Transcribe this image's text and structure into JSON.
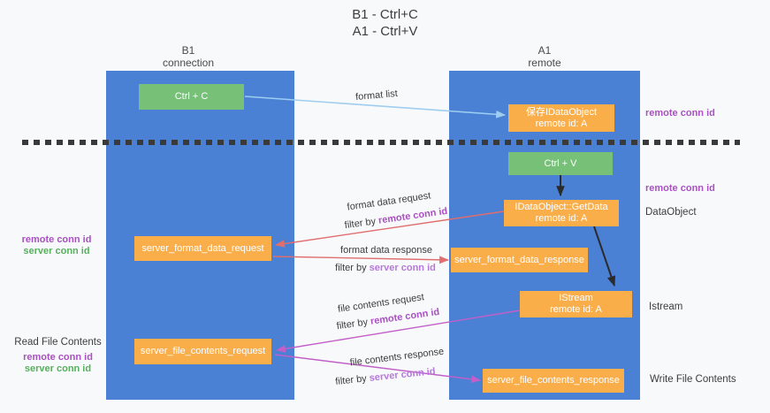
{
  "title": {
    "line1": "B1 - Ctrl+C",
    "line2": "A1 - Ctrl+V"
  },
  "columns": {
    "left": {
      "header_line1": "B1",
      "header_line2": "connection"
    },
    "right": {
      "header_line1": "A1",
      "header_line2": "remote"
    }
  },
  "boxes": {
    "ctrl_c": {
      "label": "Ctrl + C"
    },
    "save_idataobject": {
      "line1": "保存IDataObject",
      "line2": "remote id: A"
    },
    "ctrl_v": {
      "label": "Ctrl + V"
    },
    "getdata": {
      "line1": "IDataObject::GetData",
      "line2": "remote id: A"
    },
    "format_request": {
      "label": "server_format_data_request"
    },
    "format_response": {
      "label": "server_format_data_response"
    },
    "istream": {
      "line1": "IStream",
      "line2": "remote id: A"
    },
    "file_request": {
      "label": "server_file_contents_request"
    },
    "file_response": {
      "label": "server_file_contents_response"
    }
  },
  "side_labels": {
    "remote_conn_id_top_right": "remote conn id",
    "remote_conn_id_mid_right": "remote conn id",
    "dataobject": "DataObject",
    "istream": "Istream",
    "write_file_contents": "Write File Contents",
    "read_file_contents": "Read File Contents",
    "left1_remote": "remote conn id",
    "left1_server": "server conn id",
    "left2_remote": "remote conn id",
    "left2_server": "server conn id"
  },
  "annotations": {
    "format_list": "format list",
    "format_data_request": "format data request",
    "filter_by_1_prefix": "filter by ",
    "filter_by_1_value": "remote conn id",
    "format_data_response": "format data response",
    "filter_by_2_prefix": "filter by ",
    "filter_by_2_value": "server conn id",
    "file_contents_request": "file contents request",
    "filter_by_3_prefix": "filter by ",
    "filter_by_3_value": "remote conn id",
    "file_contents_response": "file contents response",
    "filter_by_4_prefix": "filter by ",
    "filter_by_4_value": "server conn id"
  },
  "colors": {
    "column_blue": "#4a81d4",
    "box_green": "#76c077",
    "box_orange": "#f9ae4a",
    "arrow_light_blue": "#9ecdf0",
    "arrow_red": "#e06e6e",
    "arrow_magenta": "#c25fc8",
    "arrow_black": "#2b2b2b",
    "text_purple": "#aa50c3",
    "text_green": "#56b05c",
    "text_violet": "#b678dc",
    "text_dark": "#3d3d3d",
    "background": "#f8f9fa"
  }
}
